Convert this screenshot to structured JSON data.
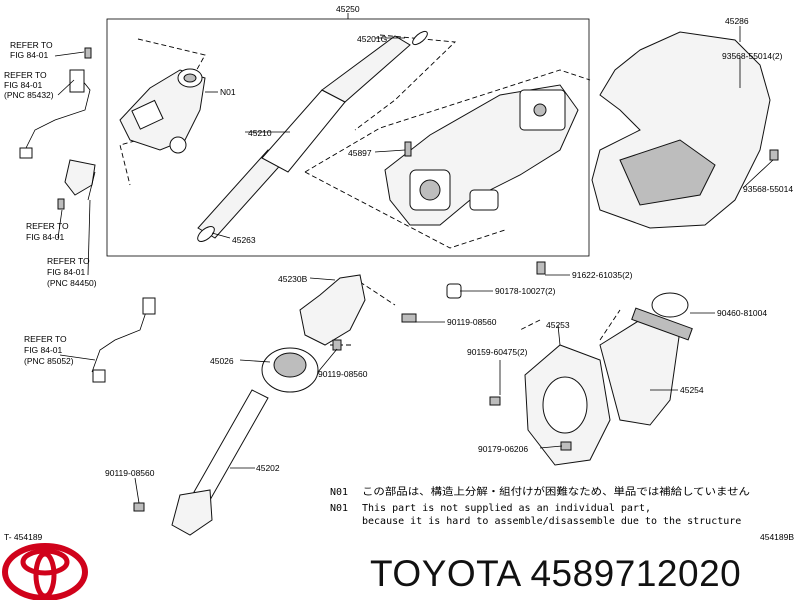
{
  "labels": {
    "p45250": "45250",
    "p45286": "45286",
    "p45201g": "45201G",
    "pN01": "N01",
    "p45210": "45210",
    "p45897": "45897",
    "p45263": "45263",
    "p93568a": "93568-55014(2)",
    "p93568b": "93568-55014",
    "p91622": "91622-61035(2)",
    "p90178": "90178-10027(2)",
    "p45230b": "45230B",
    "p90119a": "90119-08560",
    "p90119b": "90119-08560",
    "p90119c": "90119-08560",
    "p45026": "45026",
    "p45253": "45253",
    "p90460": "90460-81004",
    "p90159": "90159-60475(2)",
    "p45254": "45254",
    "p90179": "90179-06206",
    "p45202": "45202"
  },
  "refs": {
    "r1": [
      "REFER TO",
      "FIG 84-01"
    ],
    "r2": [
      "REFER TO",
      "FIG 84-01",
      "(PNC 85432)"
    ],
    "r3": [
      "REFER TO",
      "FIG 84-01"
    ],
    "r4": [
      "REFER TO",
      "FIG 84-01",
      "(PNC 84450)"
    ],
    "r5": [
      "REFER TO",
      "FIG 84-01",
      "(PNC 85052)"
    ]
  },
  "notes": {
    "n1_code": "N01",
    "n1_text": "この部品は、構造上分解・組付けが困難なため、単品では補給していません",
    "n2_code": "N01",
    "n2_line1": "This part is not supplied as an individual part,",
    "n2_line2": "because it is hard to assemble/disassemble due to the structure"
  },
  "footer": {
    "left_code": "T- 454189",
    "right_code": "454189B",
    "brand_title": "TOYOTA 4589712020"
  }
}
